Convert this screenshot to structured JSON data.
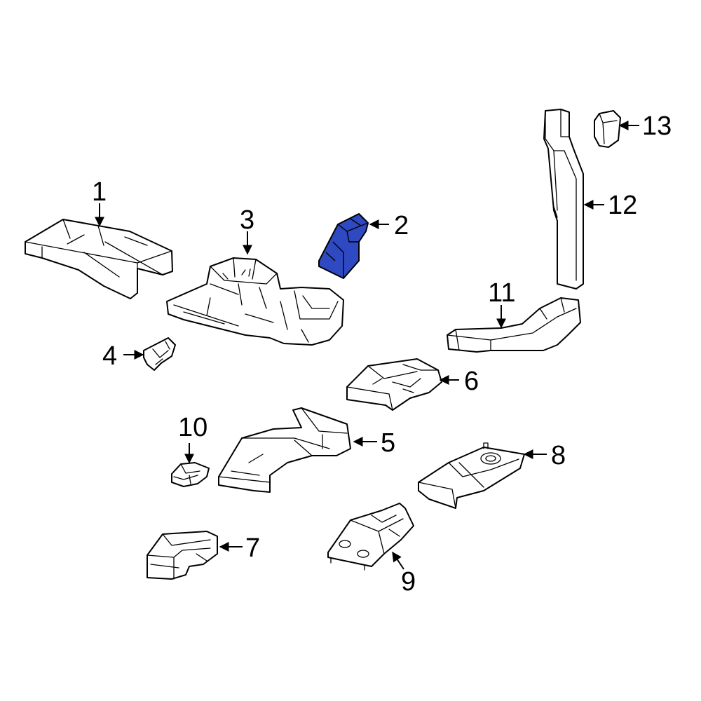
{
  "callouts": {
    "c1": "1",
    "c2": "2",
    "c3": "3",
    "c4": "4",
    "c5": "5",
    "c6": "6",
    "c7": "7",
    "c8": "8",
    "c9": "9",
    "c10": "10",
    "c11": "11",
    "c12": "12",
    "c13": "13"
  },
  "colors": {
    "highlight": "#2f49c2",
    "line": "#000000",
    "background": "#ffffff"
  },
  "highlighted_part": "2"
}
